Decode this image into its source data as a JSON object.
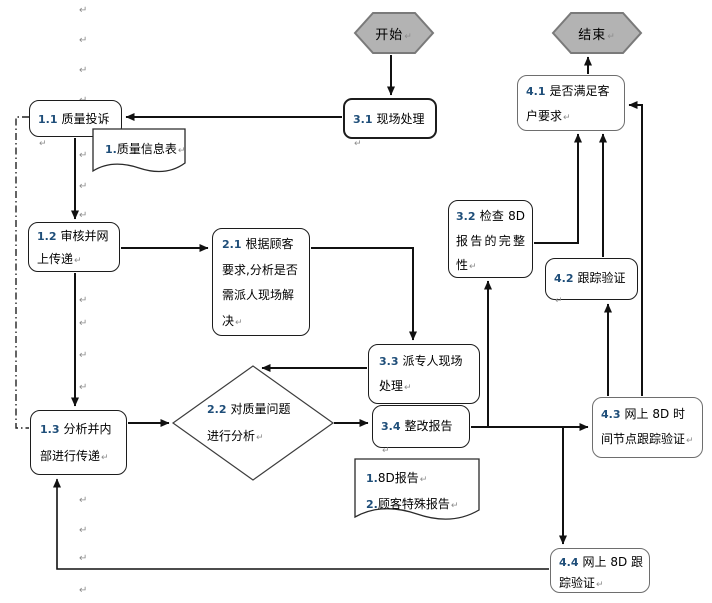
{
  "flow": {
    "nodes": {
      "start": {
        "label": "开始"
      },
      "end": {
        "label": "结束"
      },
      "n31": {
        "num": "3.1",
        "label": "现场处理"
      },
      "n11": {
        "num": "1.1",
        "label": "质量投诉"
      },
      "n12": {
        "num": "1.2",
        "label": "审核并网上传递"
      },
      "n13": {
        "num": "1.3",
        "label": "分析并内部进行传递"
      },
      "n21": {
        "num": "2.1",
        "label": "根据顾客要求,分析是否需派人现场解决"
      },
      "d22": {
        "num": "2.2",
        "label": "对质量问题进行分析"
      },
      "n33": {
        "num": "3.3",
        "label": "派专人现场处理"
      },
      "n34": {
        "num": "3.4",
        "label": "整改报告"
      },
      "n32": {
        "num": "3.2",
        "label": "检查 8D 报告的完整性"
      },
      "n41": {
        "num": "4.1",
        "label": "是否满足客户要求"
      },
      "n42": {
        "num": "4.2",
        "label": "跟踪验证"
      },
      "n43": {
        "num": "4.3",
        "label": "网上 8D 时间节点跟踪验证"
      },
      "n44": {
        "num": "4.4",
        "label": "网上 8D 跟踪验证"
      }
    },
    "documents": {
      "doc1": {
        "lines": [
          {
            "num": "1.",
            "text": "质量信息表"
          }
        ]
      },
      "doc2": {
        "lines": [
          {
            "num": "1.",
            "text": "8D报告"
          },
          {
            "num": "2.",
            "text": "顾客特殊报告"
          }
        ]
      }
    }
  },
  "marks": {
    "return_glyph": "↵"
  },
  "colors": {
    "number_blue": "#1f4e79",
    "hexagon_fill": "#b3b3b3",
    "hexagon_border": "#7a7a7a",
    "line_black": "#111111",
    "mark_gray": "#8c8c8c"
  }
}
